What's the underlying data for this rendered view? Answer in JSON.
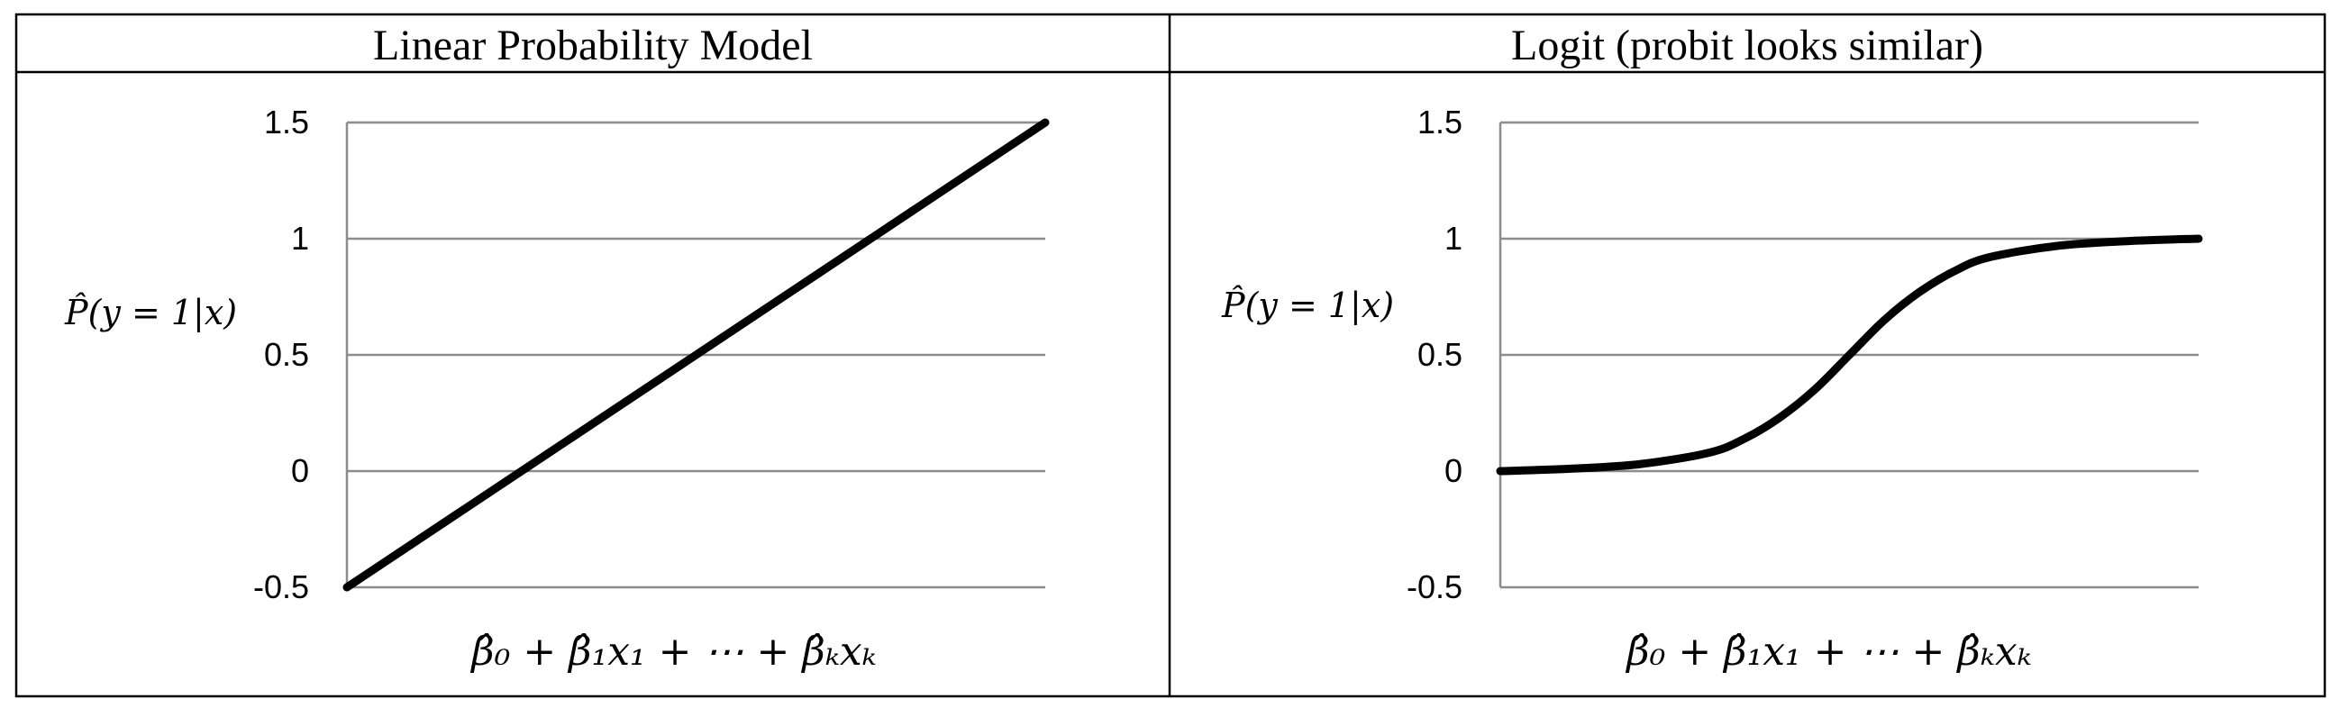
{
  "chart_data": [
    {
      "type": "line",
      "title": "Linear Probability Model",
      "ylabel": "P̂(y = 1|x)",
      "xlabel": "β̂₀ + β̂₁x₁ + ⋯ + β̂ₖxₖ",
      "yticks": [
        "1.5",
        "1",
        "0.5",
        "0",
        "-0.5"
      ],
      "ylim": [
        -0.5,
        1.5
      ],
      "xlim": [
        0,
        1
      ],
      "grid": true,
      "series": [
        {
          "x": [
            0,
            1
          ],
          "y": [
            -0.5,
            1.5
          ]
        }
      ]
    },
    {
      "type": "line",
      "title": "Logit (probit looks similar)",
      "ylabel": "P̂(y = 1|x)",
      "xlabel": "β̂₀ + β̂₁x₁ + ⋯ + β̂ₖxₖ",
      "yticks": [
        "1.5",
        "1",
        "0.5",
        "0",
        "-0.5"
      ],
      "ylim": [
        -0.5,
        1.5
      ],
      "xlim": [
        0,
        1
      ],
      "grid": true,
      "series": [
        {
          "x": [
            0,
            0.1,
            0.2,
            0.3,
            0.35,
            0.4,
            0.45,
            0.5,
            0.55,
            0.6,
            0.65,
            0.7,
            0.8,
            0.9,
            1.0
          ],
          "y": [
            0.0,
            0.01,
            0.03,
            0.08,
            0.14,
            0.23,
            0.35,
            0.5,
            0.65,
            0.77,
            0.86,
            0.92,
            0.97,
            0.99,
            1.0
          ]
        }
      ]
    }
  ]
}
